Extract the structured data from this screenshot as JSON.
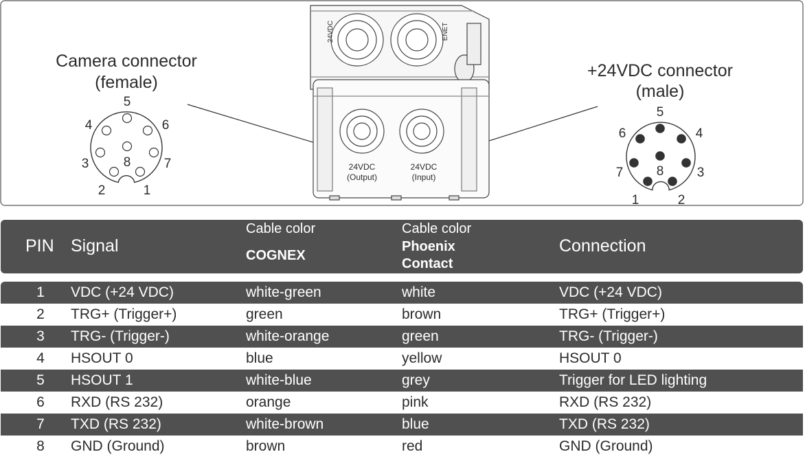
{
  "diagram": {
    "left_connector": {
      "title_line1": "Camera connector",
      "title_line2": "(female)",
      "pins": [
        "1",
        "2",
        "3",
        "4",
        "5",
        "6",
        "7",
        "8"
      ]
    },
    "right_connector": {
      "title_line1": "+24VDC connector",
      "title_line2": "(male)",
      "pins": [
        "1",
        "2",
        "3",
        "4",
        "5",
        "6",
        "7",
        "8"
      ]
    },
    "device": {
      "label_24vdc": "24VDC",
      "label_enet": "ENET",
      "port_left_line1": "24VDC",
      "port_left_line2": "(Output)",
      "port_right_line1": "24VDC",
      "port_right_line2": "(Input)"
    }
  },
  "table": {
    "headers": {
      "pin": "PIN",
      "signal": "Signal",
      "cognex_line1": "Cable color",
      "cognex_line2": "COGNEX",
      "phoenix_line1": "Cable color",
      "phoenix_line2": "Phoenix",
      "phoenix_line3": "Contact",
      "connection": "Connection"
    },
    "rows": [
      {
        "pin": "1",
        "signal": "VDC (+24 VDC)",
        "cognex": "white-green",
        "phoenix": "white",
        "connection": "VDC (+24 VDC)"
      },
      {
        "pin": "2",
        "signal": "TRG+ (Trigger+)",
        "cognex": "green",
        "phoenix": "brown",
        "connection": "TRG+ (Trigger+)"
      },
      {
        "pin": "3",
        "signal": "TRG- (Trigger-)",
        "cognex": "white-orange",
        "phoenix": "green",
        "connection": "TRG- (Trigger-)"
      },
      {
        "pin": "4",
        "signal": "HSOUT 0",
        "cognex": "blue",
        "phoenix": "yellow",
        "connection": "HSOUT 0"
      },
      {
        "pin": "5",
        "signal": "HSOUT 1",
        "cognex": "white-blue",
        "phoenix": "grey",
        "connection": "Trigger for LED lighting"
      },
      {
        "pin": "6",
        "signal": "RXD (RS 232)",
        "cognex": "orange",
        "phoenix": "pink",
        "connection": "RXD (RS 232)"
      },
      {
        "pin": "7",
        "signal": "TXD (RS 232)",
        "cognex": "white-brown",
        "phoenix": "blue",
        "connection": "TXD (RS 232)"
      },
      {
        "pin": "8",
        "signal": "GND (Ground)",
        "cognex": "brown",
        "phoenix": "red",
        "connection": "GND (Ground)"
      }
    ]
  },
  "colors": {
    "header_bg": "#505050",
    "dark_row": "#505050",
    "light_row": "#ffffff",
    "pin_fill": "#333333"
  }
}
